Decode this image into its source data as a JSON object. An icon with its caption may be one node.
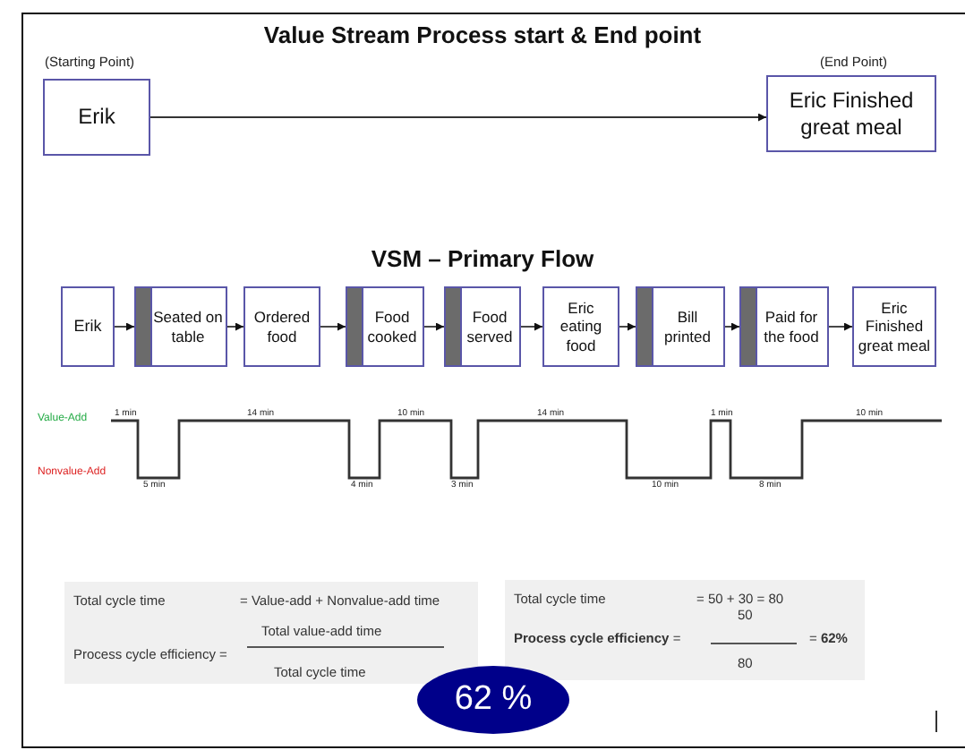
{
  "diagram": {
    "title": "Value Stream Process start & End point",
    "nodes": [
      {
        "text": [
          "Erik"
        ],
        "beside": [
          "(Starting Point)"
        ]
      },
      {
        "text": [
          "Eric Finished great meal"
        ],
        "beside": [
          "(End Point)"
        ]
      },
      {
        "text": [
          "Erik"
        ]
      },
      {
        "text": [
          "Seated on table"
        ]
      },
      {
        "text": [
          "Ordered food"
        ]
      },
      {
        "text": [
          "Food cooked"
        ]
      },
      {
        "text": [
          "Food served"
        ]
      },
      {
        "text": [
          "Eric eating food"
        ]
      },
      {
        "text": [
          "Bill printed"
        ]
      },
      {
        "text": [
          "Paid for the food"
        ]
      },
      {
        "text": [
          "Eric Finished great meal"
        ]
      },
      {
        "text": [
          "Total cycle time",
          "= Value-add + Nonvalue-add time",
          "Process cycle efficiency =",
          "Total value-add time",
          "Total cycle time"
        ]
      },
      {
        "text": [
          "Total cycle time",
          "= 50 + 30 = 80",
          "**Process cycle efficiency** =",
          "50",
          "80",
          "= **62%**"
        ]
      },
      {
        "text": [
          "62 %"
        ]
      }
    ],
    "edges": [
      {
        "from": 0,
        "to": 1,
        "arrow": "to"
      },
      {
        "from": 2,
        "to": 3,
        "arrow": "to"
      },
      {
        "from": 3,
        "to": 4,
        "arrow": "to"
      },
      {
        "from": 4,
        "to": 5,
        "arrow": "to"
      },
      {
        "from": 5,
        "to": 6,
        "arrow": "to"
      },
      {
        "from": 6,
        "to": 7,
        "arrow": "to"
      },
      {
        "from": 7,
        "to": 8,
        "arrow": "to"
      },
      {
        "from": 8,
        "to": 9,
        "arrow": "to"
      },
      {
        "from": 9,
        "to": 10,
        "arrow": "to"
      }
    ],
    "labels": [
      "VSM – Primary Flow",
      "Value-Add",
      "Nonvalue-Add",
      "1 min",
      "14 min",
      "10 min",
      "14 min",
      "1 min",
      "10 min",
      "5 min",
      "4 min",
      "3 min",
      "10 min",
      "8 min"
    ]
  }
}
